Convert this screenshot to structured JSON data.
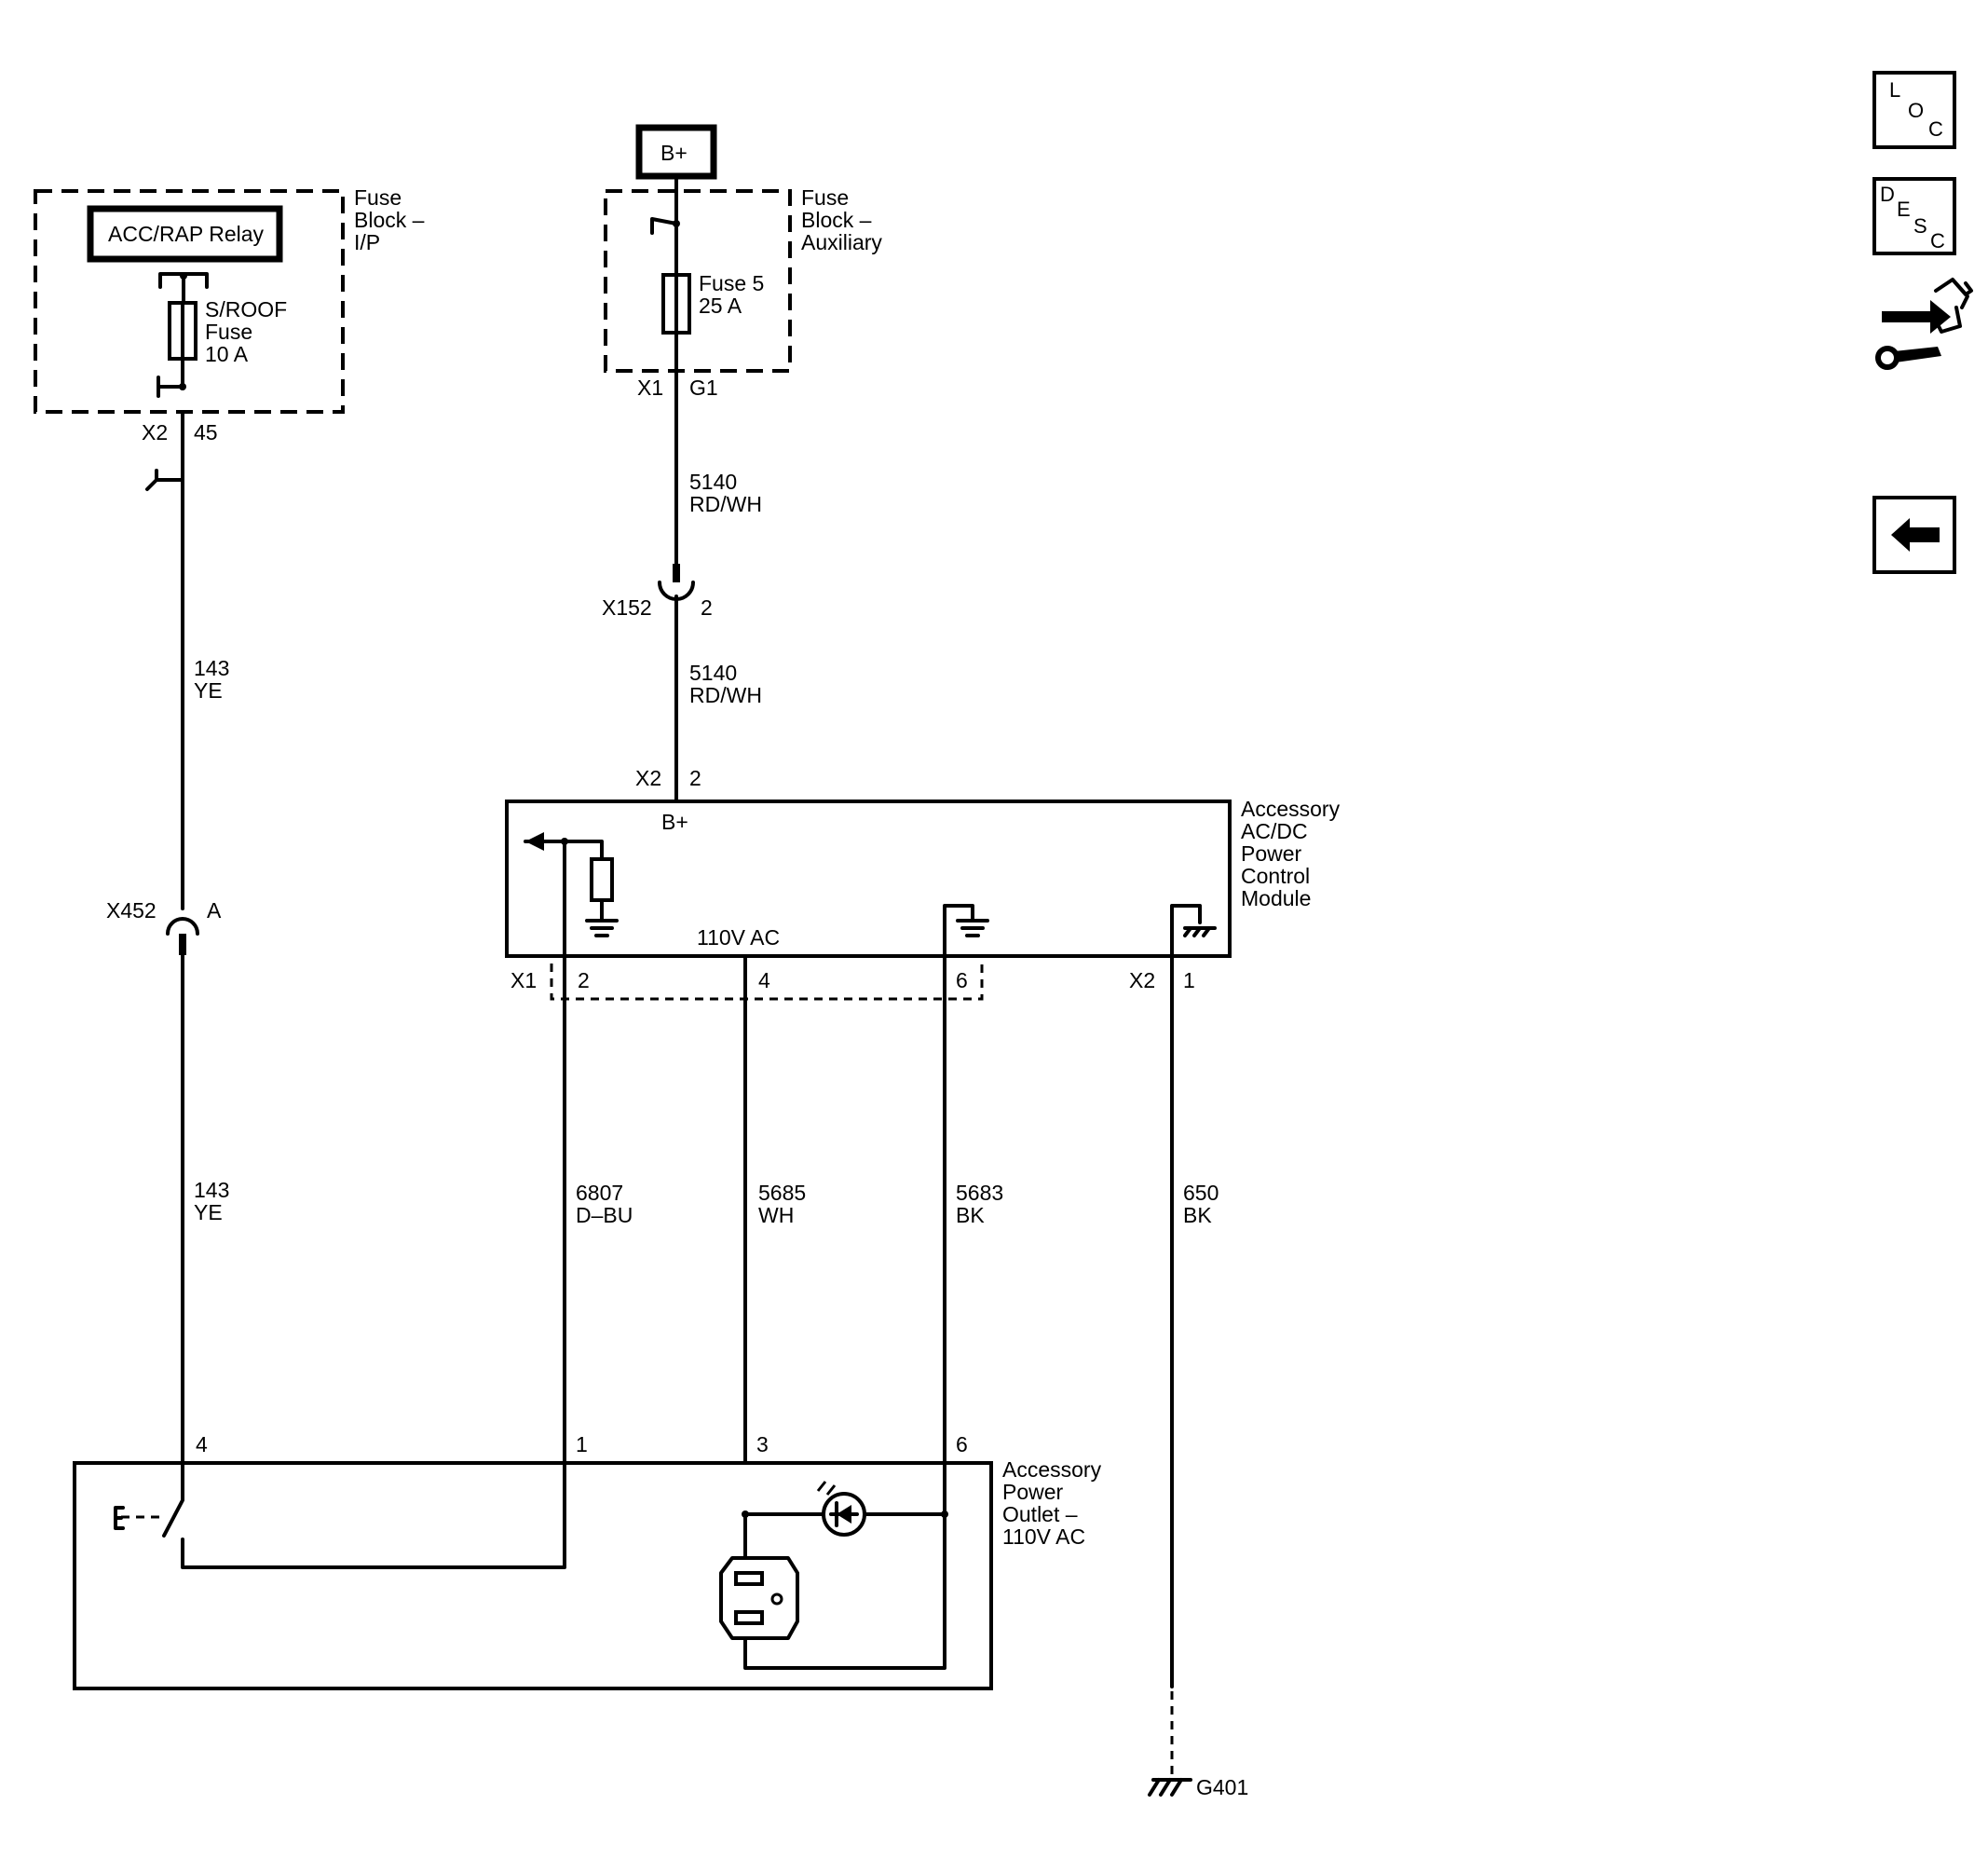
{
  "power": {
    "bplus_source": "B+"
  },
  "fuse_block_ip": {
    "title": [
      "Fuse",
      "Block –",
      "I/P"
    ],
    "relay": "ACC/RAP Relay",
    "fuse": [
      "S/ROOF",
      "Fuse",
      "10 A"
    ],
    "connector": "X2",
    "pin": "45"
  },
  "fuse_block_aux": {
    "title": [
      "Fuse",
      "Block –",
      "Auxiliary"
    ],
    "fuse": [
      "Fuse 5",
      "25 A"
    ],
    "connector": "X1",
    "pin": "G1"
  },
  "wires": {
    "w5140_top": [
      "5140",
      "RD/WH"
    ],
    "w5140_bottom": [
      "5140",
      "RD/WH"
    ],
    "w143_top": [
      "143",
      "YE"
    ],
    "w143_bottom": [
      "143",
      "YE"
    ],
    "w6807": [
      "6807",
      "D–BU"
    ],
    "w5685": [
      "5685",
      "WH"
    ],
    "w5683": [
      "5683",
      "BK"
    ],
    "w650": [
      "650",
      "BK"
    ]
  },
  "inline_connectors": {
    "x152": {
      "name": "X152",
      "pin": "2"
    },
    "x452": {
      "name": "X452",
      "pin": "A"
    }
  },
  "module": {
    "title": [
      "Accessory",
      "AC/DC",
      "Power",
      "Control",
      "Module"
    ],
    "x2_top": {
      "connector": "X2",
      "pin": "2"
    },
    "bplus_label": "B+",
    "voltage_label": "110V AC",
    "x1": {
      "connector": "X1",
      "pins": [
        "2",
        "4",
        "6"
      ]
    },
    "x2_bottom": {
      "connector": "X2",
      "pin": "1"
    }
  },
  "outlet": {
    "title": [
      "Accessory",
      "Power",
      "Outlet –",
      "110V AC"
    ],
    "pins": [
      "4",
      "1",
      "3",
      "6"
    ]
  },
  "ground": {
    "name": "G401"
  },
  "side_icons": {
    "loc": [
      "L",
      "O",
      "C"
    ],
    "desc": [
      "D",
      "E",
      "S",
      "C"
    ],
    "icons": [
      "loc-icon",
      "desc-icon",
      "connector-tool-icon",
      "back-arrow-icon"
    ]
  }
}
